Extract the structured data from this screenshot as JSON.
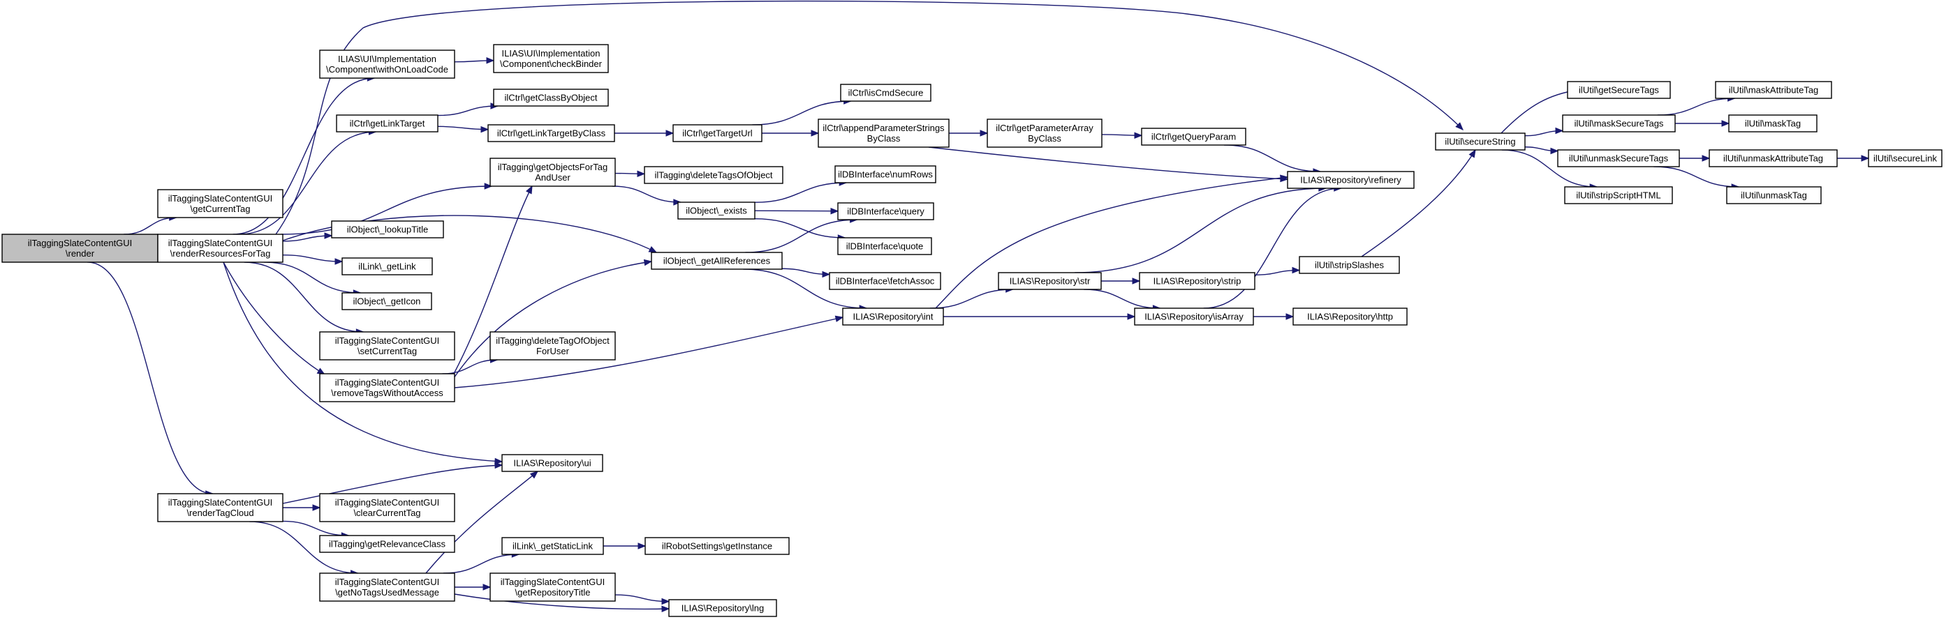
{
  "graph": {
    "type": "call-graph",
    "colors": {
      "edge": "#191970",
      "node_border": "#000000",
      "root_fill": "#bfbfbf",
      "node_fill": "#ffffff"
    },
    "nodes": [
      {
        "id": "render",
        "lines": [
          "ilTaggingSlateContentGUI",
          "\\render"
        ],
        "root": true
      },
      {
        "id": "getCurrentTag",
        "lines": [
          "ilTaggingSlateContentGUI",
          "\\getCurrentTag"
        ]
      },
      {
        "id": "renderResourcesForTag",
        "lines": [
          "ilTaggingSlateContentGUI",
          "\\renderResourcesForTag"
        ]
      },
      {
        "id": "renderTagCloud",
        "lines": [
          "ilTaggingSlateContentGUI",
          "\\renderTagCloud"
        ]
      },
      {
        "id": "withOnLoadCode",
        "lines": [
          "ILIAS\\UI\\Implementation",
          "\\Component\\withOnLoadCode"
        ]
      },
      {
        "id": "getLinkTarget",
        "lines": [
          "ilCtrl\\getLinkTarget"
        ]
      },
      {
        "id": "getObjectsForTagAndUser",
        "lines": [
          "ilTagging\\getObjectsForTag",
          "AndUser"
        ]
      },
      {
        "id": "lookupTitle",
        "lines": [
          "ilObject\\_lookupTitle"
        ]
      },
      {
        "id": "getLink",
        "lines": [
          "ilLink\\_getLink"
        ]
      },
      {
        "id": "getIcon",
        "lines": [
          "ilObject\\_getIcon"
        ]
      },
      {
        "id": "setCurrentTag",
        "lines": [
          "ilTaggingSlateContentGUI",
          "\\setCurrentTag"
        ]
      },
      {
        "id": "removeTagsWithoutAccess",
        "lines": [
          "ilTaggingSlateContentGUI",
          "\\removeTagsWithoutAccess"
        ]
      },
      {
        "id": "ui",
        "lines": [
          "ILIAS\\Repository\\ui"
        ]
      },
      {
        "id": "clearCurrentTag",
        "lines": [
          "ilTaggingSlateContentGUI",
          "\\clearCurrentTag"
        ]
      },
      {
        "id": "getRelevanceClass",
        "lines": [
          "ilTagging\\getRelevanceClass"
        ]
      },
      {
        "id": "getNoTagsUsedMessage",
        "lines": [
          "ilTaggingSlateContentGUI",
          "\\getNoTagsUsedMessage"
        ]
      },
      {
        "id": "checkBinder",
        "lines": [
          "ILIAS\\UI\\Implementation",
          "\\Component\\checkBinder"
        ]
      },
      {
        "id": "getClassByObject",
        "lines": [
          "ilCtrl\\getClassByObject"
        ]
      },
      {
        "id": "getLinkTargetByClass",
        "lines": [
          "ilCtrl\\getLinkTargetByClass"
        ]
      },
      {
        "id": "deleteTagsOfObject",
        "lines": [
          "ilTagging\\deleteTagsOfObject"
        ]
      },
      {
        "id": "exists",
        "lines": [
          "ilObject\\_exists"
        ]
      },
      {
        "id": "getAllReferences",
        "lines": [
          "ilObject\\_getAllReferences"
        ]
      },
      {
        "id": "deleteTagOfObjectForUser",
        "lines": [
          "ilTagging\\deleteTagOfObject",
          "ForUser"
        ]
      },
      {
        "id": "getStaticLink",
        "lines": [
          "ilLink\\_getStaticLink"
        ]
      },
      {
        "id": "getRepositoryTitle",
        "lines": [
          "ilTaggingSlateContentGUI",
          "\\getRepositoryTitle"
        ]
      },
      {
        "id": "lng",
        "lines": [
          "ILIAS\\Repository\\lng"
        ]
      },
      {
        "id": "getTargetUrl",
        "lines": [
          "ilCtrl\\getTargetUrl"
        ]
      },
      {
        "id": "isCmdSecure",
        "lines": [
          "ilCtrl\\isCmdSecure"
        ]
      },
      {
        "id": "numRows",
        "lines": [
          "ilDBInterface\\numRows"
        ]
      },
      {
        "id": "query",
        "lines": [
          "ilDBInterface\\query"
        ]
      },
      {
        "id": "quote",
        "lines": [
          "ilDBInterface\\quote"
        ]
      },
      {
        "id": "fetchAssoc",
        "lines": [
          "ilDBInterface\\fetchAssoc"
        ]
      },
      {
        "id": "int",
        "lines": [
          "ILIAS\\Repository\\int"
        ]
      },
      {
        "id": "getInstance",
        "lines": [
          "ilRobotSettings\\getInstance"
        ]
      },
      {
        "id": "appendParameterStringsByClass",
        "lines": [
          "ilCtrl\\appendParameterStrings",
          "ByClass"
        ]
      },
      {
        "id": "getParameterArrayByClass",
        "lines": [
          "ilCtrl\\getParameterArray",
          "ByClass"
        ]
      },
      {
        "id": "str",
        "lines": [
          "ILIAS\\Repository\\str"
        ]
      },
      {
        "id": "isArray",
        "lines": [
          "ILIAS\\Repository\\isArray"
        ]
      },
      {
        "id": "getQueryParam",
        "lines": [
          "ilCtrl\\getQueryParam"
        ]
      },
      {
        "id": "strip",
        "lines": [
          "ILIAS\\Repository\\strip"
        ]
      },
      {
        "id": "refinery",
        "lines": [
          "ILIAS\\Repository\\refinery"
        ]
      },
      {
        "id": "stripSlashes",
        "lines": [
          "ilUtil\\stripSlashes"
        ]
      },
      {
        "id": "http",
        "lines": [
          "ILIAS\\Repository\\http"
        ]
      },
      {
        "id": "secureString",
        "lines": [
          "ilUtil\\secureString"
        ]
      },
      {
        "id": "getSecureTags",
        "lines": [
          "ilUtil\\getSecureTags"
        ]
      },
      {
        "id": "maskSecureTags",
        "lines": [
          "ilUtil\\maskSecureTags"
        ]
      },
      {
        "id": "unmaskSecureTags",
        "lines": [
          "ilUtil\\unmaskSecureTags"
        ]
      },
      {
        "id": "stripScriptHTML",
        "lines": [
          "ilUtil\\stripScriptHTML"
        ]
      },
      {
        "id": "maskAttributeTag",
        "lines": [
          "ilUtil\\maskAttributeTag"
        ]
      },
      {
        "id": "maskTag",
        "lines": [
          "ilUtil\\maskTag"
        ]
      },
      {
        "id": "unmaskAttributeTag",
        "lines": [
          "ilUtil\\unmaskAttributeTag"
        ]
      },
      {
        "id": "unmaskTag",
        "lines": [
          "ilUtil\\unmaskTag"
        ]
      },
      {
        "id": "secureLink",
        "lines": [
          "ilUtil\\secureLink"
        ]
      }
    ],
    "edges": [
      [
        "render",
        "getCurrentTag"
      ],
      [
        "render",
        "renderResourcesForTag"
      ],
      [
        "render",
        "renderTagCloud"
      ],
      [
        "renderResourcesForTag",
        "withOnLoadCode"
      ],
      [
        "renderResourcesForTag",
        "getLinkTarget"
      ],
      [
        "renderResourcesForTag",
        "getObjectsForTagAndUser"
      ],
      [
        "renderResourcesForTag",
        "lookupTitle"
      ],
      [
        "renderResourcesForTag",
        "getLink"
      ],
      [
        "renderResourcesForTag",
        "getIcon"
      ],
      [
        "renderResourcesForTag",
        "setCurrentTag"
      ],
      [
        "renderResourcesForTag",
        "removeTagsWithoutAccess"
      ],
      [
        "renderResourcesForTag",
        "ui"
      ],
      [
        "renderResourcesForTag",
        "getAllReferences"
      ],
      [
        "renderResourcesForTag",
        "secureString"
      ],
      [
        "renderTagCloud",
        "ui"
      ],
      [
        "renderTagCloud",
        "clearCurrentTag"
      ],
      [
        "renderTagCloud",
        "getRelevanceClass"
      ],
      [
        "renderTagCloud",
        "getNoTagsUsedMessage"
      ],
      [
        "withOnLoadCode",
        "checkBinder"
      ],
      [
        "getLinkTarget",
        "getClassByObject"
      ],
      [
        "getLinkTarget",
        "getLinkTargetByClass"
      ],
      [
        "getObjectsForTagAndUser",
        "deleteTagsOfObject"
      ],
      [
        "getObjectsForTagAndUser",
        "exists"
      ],
      [
        "removeTagsWithoutAccess",
        "getObjectsForTagAndUser"
      ],
      [
        "removeTagsWithoutAccess",
        "getAllReferences"
      ],
      [
        "removeTagsWithoutAccess",
        "deleteTagOfObjectForUser"
      ],
      [
        "removeTagsWithoutAccess",
        "int"
      ],
      [
        "getNoTagsUsedMessage",
        "ui"
      ],
      [
        "getNoTagsUsedMessage",
        "getStaticLink"
      ],
      [
        "getNoTagsUsedMessage",
        "getRepositoryTitle"
      ],
      [
        "getNoTagsUsedMessage",
        "lng"
      ],
      [
        "getLinkTargetByClass",
        "getTargetUrl"
      ],
      [
        "exists",
        "numRows"
      ],
      [
        "exists",
        "query"
      ],
      [
        "exists",
        "quote"
      ],
      [
        "getAllReferences",
        "query"
      ],
      [
        "getAllReferences",
        "fetchAssoc"
      ],
      [
        "getAllReferences",
        "int"
      ],
      [
        "getStaticLink",
        "getInstance"
      ],
      [
        "getRepositoryTitle",
        "lng"
      ],
      [
        "getTargetUrl",
        "isCmdSecure"
      ],
      [
        "getTargetUrl",
        "appendParameterStringsByClass"
      ],
      [
        "appendParameterStringsByClass",
        "getParameterArrayByClass"
      ],
      [
        "appendParameterStringsByClass",
        "refinery"
      ],
      [
        "getParameterArrayByClass",
        "getQueryParam"
      ],
      [
        "getQueryParam",
        "refinery"
      ],
      [
        "int",
        "refinery"
      ],
      [
        "int",
        "str"
      ],
      [
        "int",
        "isArray"
      ],
      [
        "str",
        "refinery"
      ],
      [
        "str",
        "strip"
      ],
      [
        "str",
        "isArray"
      ],
      [
        "isArray",
        "refinery"
      ],
      [
        "isArray",
        "http"
      ],
      [
        "strip",
        "stripSlashes"
      ],
      [
        "stripSlashes",
        "secureString"
      ],
      [
        "secureString",
        "getSecureTags"
      ],
      [
        "secureString",
        "maskSecureTags"
      ],
      [
        "secureString",
        "unmaskSecureTags"
      ],
      [
        "secureString",
        "stripScriptHTML"
      ],
      [
        "maskSecureTags",
        "maskAttributeTag"
      ],
      [
        "maskSecureTags",
        "maskTag"
      ],
      [
        "unmaskSecureTags",
        "unmaskAttributeTag"
      ],
      [
        "unmaskSecureTags",
        "unmaskTag"
      ],
      [
        "unmaskAttributeTag",
        "secureLink"
      ]
    ]
  }
}
